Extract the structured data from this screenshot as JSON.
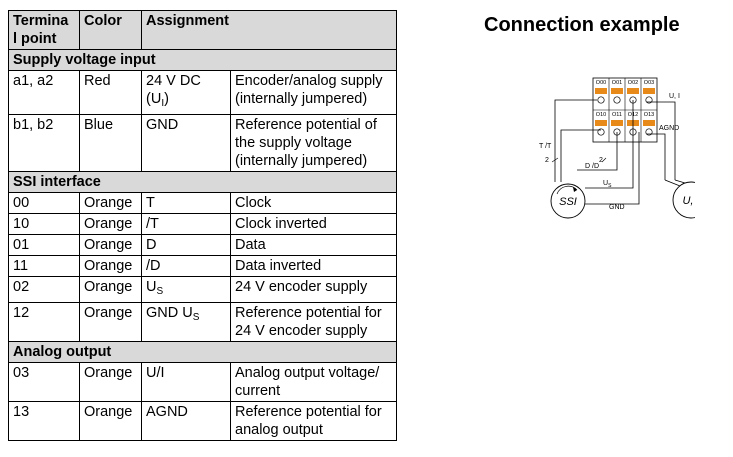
{
  "table": {
    "headers": {
      "terminal": "Termina l point",
      "color": "Color",
      "assignment": "Assignment"
    },
    "sections": [
      {
        "title": "Supply voltage input",
        "rows": [
          {
            "terminal": "a1, a2",
            "color": "Red",
            "signal": "24 V DC (U",
            "signal_sub": "I",
            "signal_suffix": ")",
            "description": "Encoder/analog supply (internally jumpered)"
          },
          {
            "terminal": "b1, b2",
            "color": "Blue",
            "signal": "GND",
            "description": "Reference potential of the supply voltage (internally jumpered)"
          }
        ]
      },
      {
        "title": "SSI interface",
        "rows": [
          {
            "terminal": "00",
            "color": "Orange",
            "signal": "T",
            "description": "Clock"
          },
          {
            "terminal": "10",
            "color": "Orange",
            "signal": "/T",
            "description": "Clock inverted"
          },
          {
            "terminal": "01",
            "color": "Orange",
            "signal": "D",
            "description": "Data"
          },
          {
            "terminal": "11",
            "color": "Orange",
            "signal": "/D",
            "description": "Data inverted"
          },
          {
            "terminal": "02",
            "color": "Orange",
            "signal": "U",
            "signal_sub": "S",
            "description": "24 V encoder supply"
          },
          {
            "terminal": "12",
            "color": "Orange",
            "signal": "GND U",
            "signal_sub": "S",
            "description": "Reference potential for 24 V encoder supply"
          }
        ]
      },
      {
        "title": "Analog output",
        "rows": [
          {
            "terminal": "03",
            "color": "Orange",
            "signal": "U/I",
            "description": "Analog output voltage/ current"
          },
          {
            "terminal": "13",
            "color": "Orange",
            "signal": "AGND",
            "description": "Reference potential for analog output"
          }
        ]
      }
    ]
  },
  "connection": {
    "title": "Connection example",
    "top_terminals": [
      "O00",
      "O01",
      "O02",
      "O03"
    ],
    "bottom_terminals": [
      "O10",
      "O11",
      "O12",
      "O13"
    ],
    "labels": {
      "ui": "U, I",
      "agnd": "AGND",
      "tt": "T /T",
      "dd": "D /D",
      "two_left": "2",
      "two_right": "2",
      "us": "U",
      "us_sub": "S",
      "gnd": "GND",
      "ssi": "SSI",
      "ui_circle": "U, I"
    },
    "colors": {
      "terminal": "#e88a1a"
    }
  }
}
